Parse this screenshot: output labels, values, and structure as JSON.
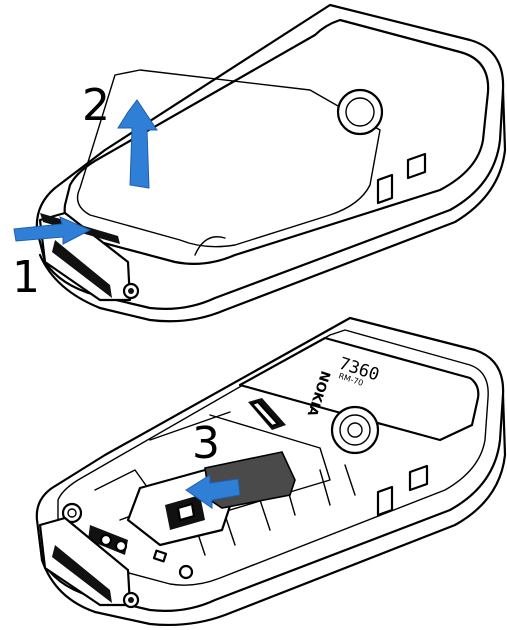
{
  "steps": [
    {
      "number": "1",
      "action": "press release button"
    },
    {
      "number": "2",
      "action": "lift back cover"
    },
    {
      "number": "3",
      "action": "slide SIM card into holder"
    }
  ],
  "phone_label": {
    "model": "7360",
    "type_code": "RM-70",
    "brand": "NOKIA"
  },
  "colors": {
    "arrow": "#2f7fd6",
    "arrow_dark": "#1d5fb0",
    "outline": "#000000",
    "sim_card": "#4a4a4a"
  },
  "icons": [
    "arrow-right-icon",
    "arrow-up-icon",
    "arrow-left-icon"
  ]
}
